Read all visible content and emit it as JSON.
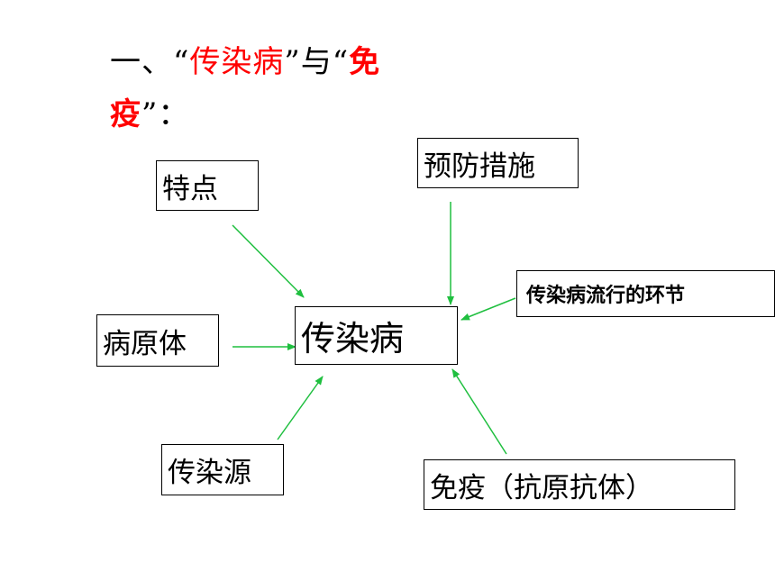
{
  "title": {
    "prefix": "一、“",
    "term1": "传染病",
    "middle": "”与“",
    "term2a": "免",
    "term2b": "疫",
    "suffix": "”："
  },
  "colors": {
    "accent_red": "#ff0000",
    "arrow_green": "#1fbf3f",
    "border": "#000000"
  },
  "nodes": {
    "center": "传染病",
    "features": "特点",
    "prevention": "预防措施",
    "epidemic_links": "传染病流行的环节",
    "pathogen": "病原体",
    "infection_source": "传染源",
    "immunity": "免疫（抗原抗体）"
  }
}
